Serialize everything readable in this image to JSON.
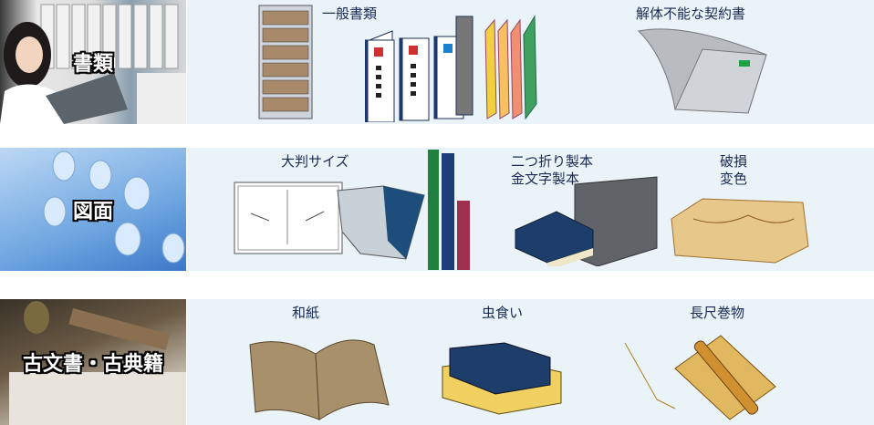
{
  "rows": [
    {
      "category": "書類",
      "items": [
        "一般書類",
        "解体不能な契約書"
      ]
    },
    {
      "category": "図面",
      "items": [
        "大判サイズ",
        "二つ折り製本",
        "金文字製本",
        "破損",
        "変色"
      ]
    },
    {
      "category": "古文書・古典籍",
      "items": [
        "和紙",
        "虫食い",
        "長尺巻物"
      ]
    }
  ]
}
